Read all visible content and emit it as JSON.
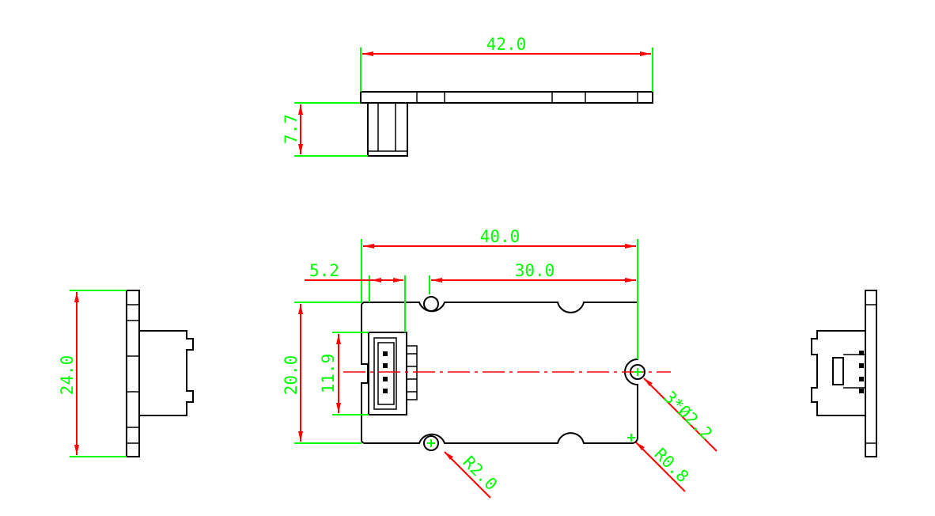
{
  "colors": {
    "background": "#ffffff",
    "outline": "#000000",
    "dimension_line": "#ff0000",
    "extension_line": "#00ff00",
    "dimension_text": "#00ff00",
    "center_line": "#ff0000"
  },
  "dimensions": {
    "top_length": "42.0",
    "top_height": "7.7",
    "front_width": "40.0",
    "connector_offset": "5.2",
    "hole_spacing": "30.0",
    "board_height": "20.0",
    "connector_height": "11.9",
    "side_height": "24.0",
    "holes": "3*Ø2.2",
    "corner_radius": "R0.8",
    "notch_radius": "R2.0"
  }
}
